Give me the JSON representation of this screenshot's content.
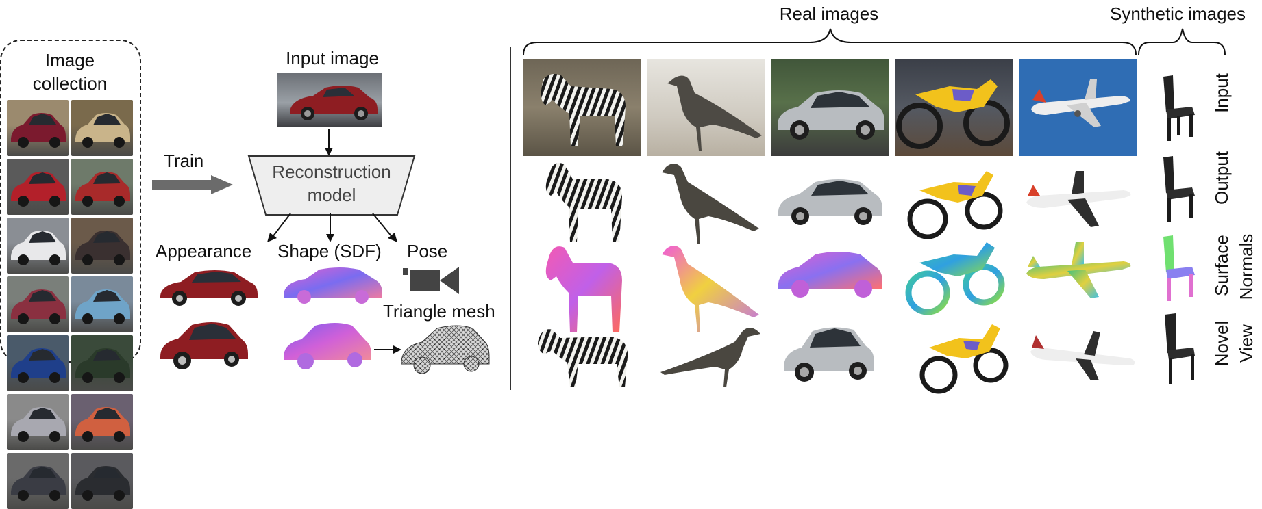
{
  "left_panel": {
    "collection_title_line1": "Image",
    "collection_title_line2": "collection",
    "train_label": "Train",
    "input_image_label": "Input image",
    "model_label_line1": "Reconstruction",
    "model_label_line2": "model",
    "appearance_label": "Appearance",
    "shape_label": "Shape (SDF)",
    "pose_label": "Pose",
    "mesh_label": "Triangle mesh"
  },
  "right_panel": {
    "real_images_label": "Real images",
    "synthetic_images_label": "Synthetic images",
    "row_labels": [
      {
        "line1": "Input",
        "line2": ""
      },
      {
        "line1": "Output",
        "line2": ""
      },
      {
        "line1": "Surface",
        "line2": "Normals"
      },
      {
        "line1": "Novel",
        "line2": "View"
      }
    ],
    "columns": [
      "zebra",
      "bird",
      "car",
      "motorbike",
      "airplane",
      "chair"
    ]
  },
  "colors": {
    "arrow_gray": "#6b6b6b",
    "model_fill": "#eeeeee",
    "car_red": "#8e1d22",
    "sky_blue": "#2f6db4"
  }
}
